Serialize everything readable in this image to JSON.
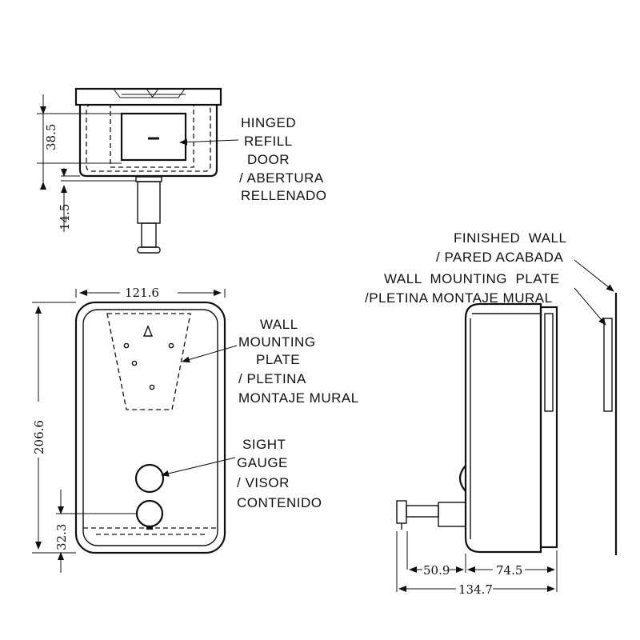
{
  "labels": {
    "refill_door": [
      "HINGED",
      "REFILL",
      "DOOR",
      "/ ABERTURA",
      "RELLENADO"
    ],
    "mounting_plate": [
      "WALL",
      "MOUNTING",
      "PLATE",
      "/ PLETINA",
      "MONTAJE MURAL"
    ],
    "sight_gauge": [
      "SIGHT",
      "GAUGE",
      "/ VISOR",
      "CONTENIDO"
    ],
    "finished_wall": [
      "FINISHED  WALL",
      "/ PARED ACABADA"
    ],
    "wall_mounting_plate_side": [
      "WALL  MOUNTING  PLATE",
      "/PLETINA MONTAJE MURAL"
    ]
  },
  "dimensions": {
    "top_door_height": "38.5",
    "top_valve_offset": "14.5",
    "front_width": "121.6",
    "front_height": "206.6",
    "front_gauge_height": "32.3",
    "side_valve_projection": "50.9",
    "side_body_depth": "74.5",
    "side_total_depth": "134.7"
  }
}
